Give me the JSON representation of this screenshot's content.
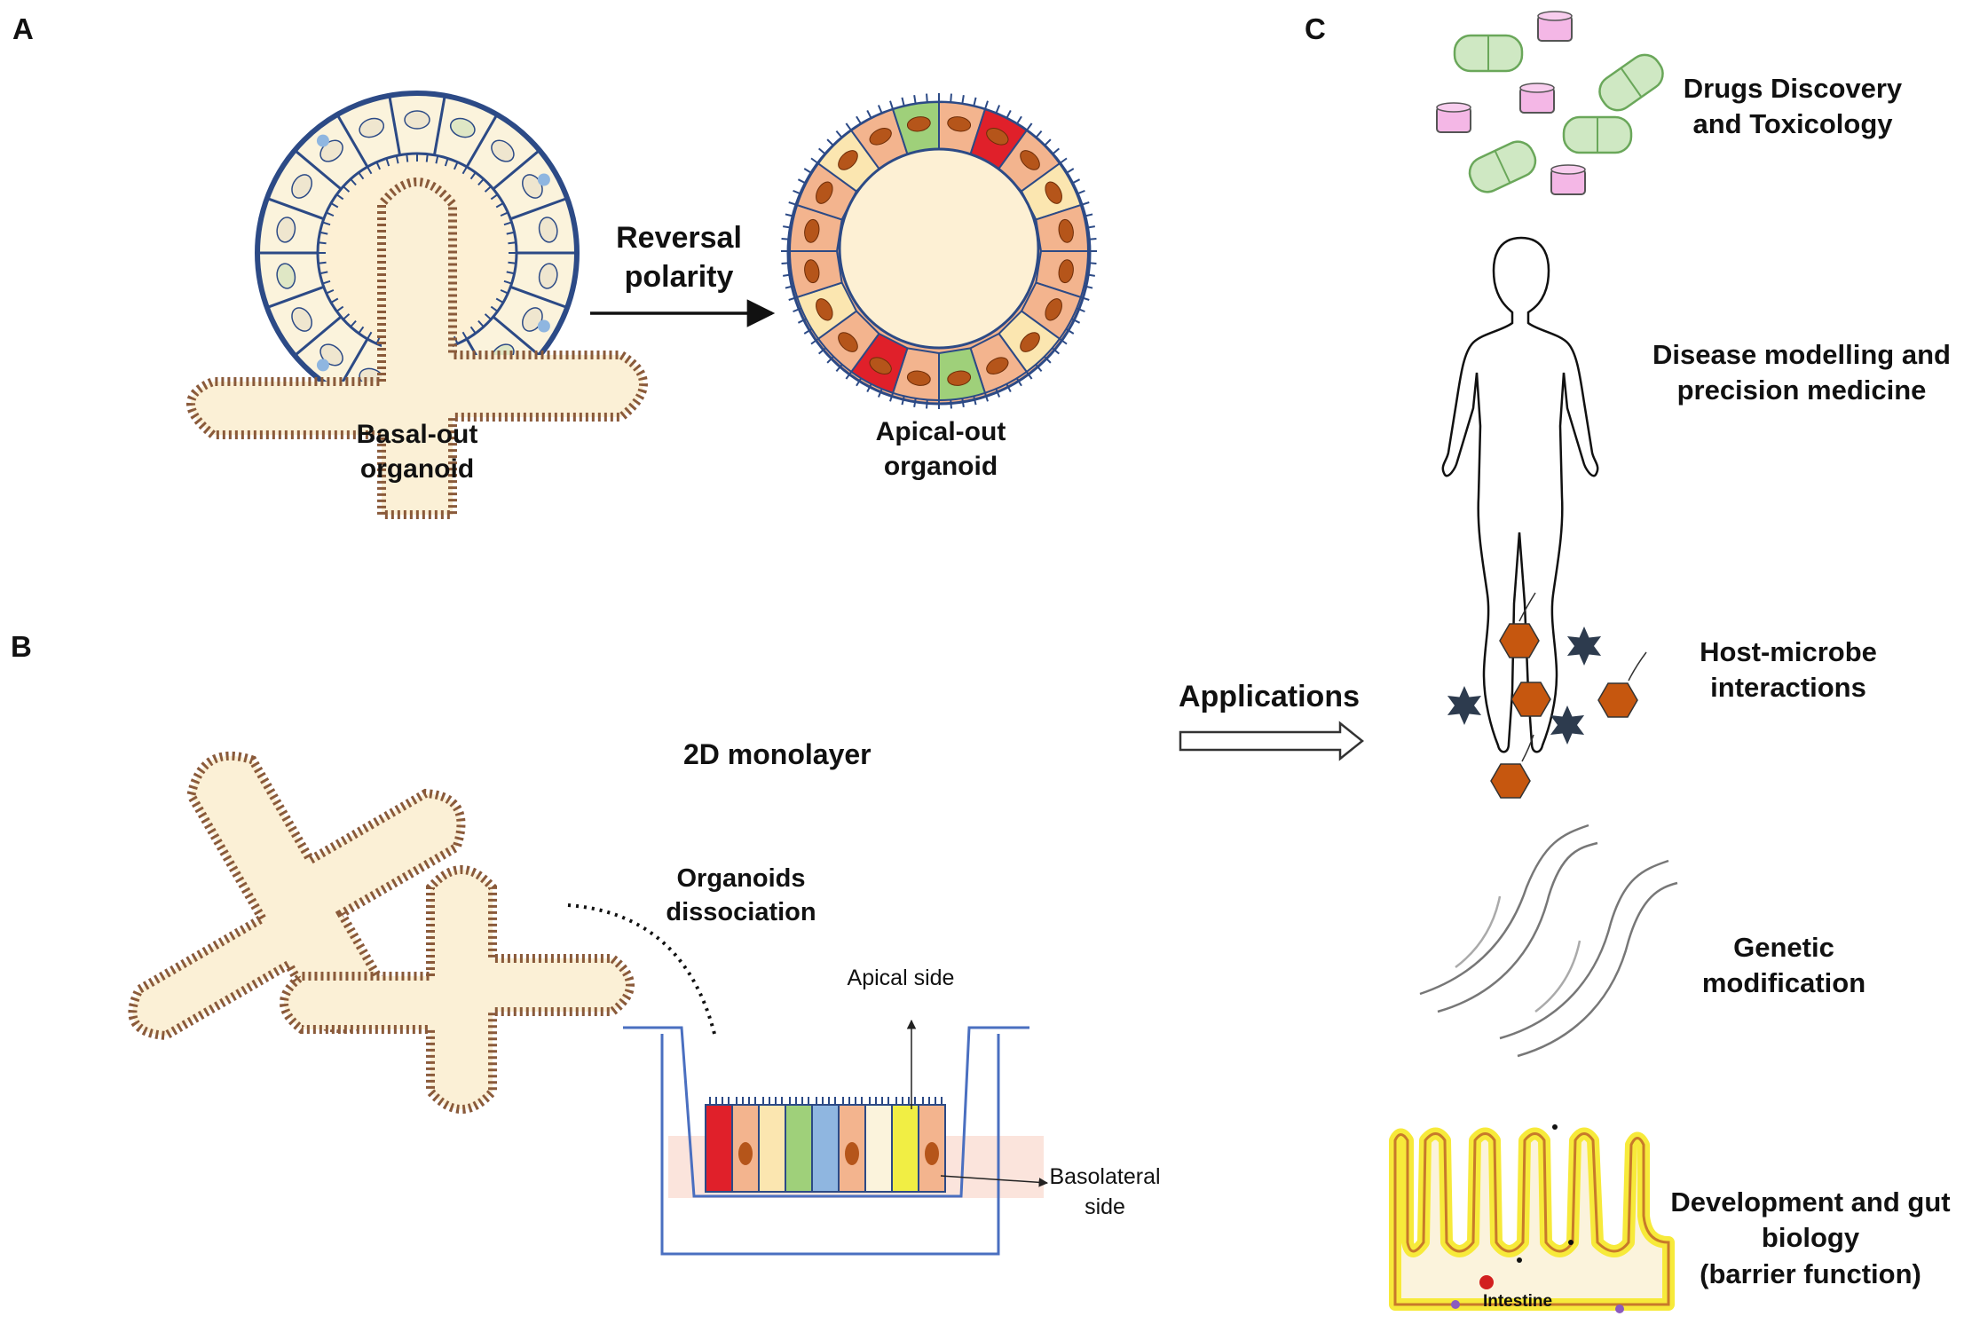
{
  "panels": {
    "a": "A",
    "b": "B",
    "c": "C"
  },
  "panel_a": {
    "basal_line1": "Basal-out",
    "basal_line2": "organoid",
    "reversal_line1": "Reversal",
    "reversal_line2": "polarity",
    "apical_line1": "Apical-out",
    "apical_line2": "organoid"
  },
  "panel_b": {
    "monolayer": "2D monolayer",
    "dissoc_line1": "Organoids",
    "dissoc_line2": "dissociation",
    "apical_side": "Apical side",
    "basolateral_line1": "Basolateral",
    "basolateral_line2": "side"
  },
  "applications": "Applications",
  "panel_c": {
    "drugs_line1": "Drugs Discovery",
    "drugs_line2": "and Toxicology",
    "disease_line1": "Disease modelling and",
    "disease_line2": "precision medicine",
    "host_line1": "Host-microbe",
    "host_line2": "interactions",
    "genetic_line1": "Genetic",
    "genetic_line2": "modification",
    "dev_line1": "Development and gut",
    "dev_line2": "biology",
    "dev_line3": "(barrier function)",
    "intestine": "Intestine"
  },
  "colors": {
    "cell_fill": "#fbf3dc",
    "cell_outline": "#2c4a86",
    "lumen": "#fdf0d4",
    "enterocyte": "#f3b48e",
    "nucleus": "#b5551a",
    "goblet_red": "#e0202a",
    "paneth_yellow": "#f1ee44",
    "transwell_blue": "#4a6fc0",
    "medium_pink": "#fbe4dc",
    "capsule_green": "#cfe8c3",
    "pill_pink": "#f4b7e6",
    "hexagon_orange": "#c6570f",
    "star_navy": "#2d3b4e"
  }
}
